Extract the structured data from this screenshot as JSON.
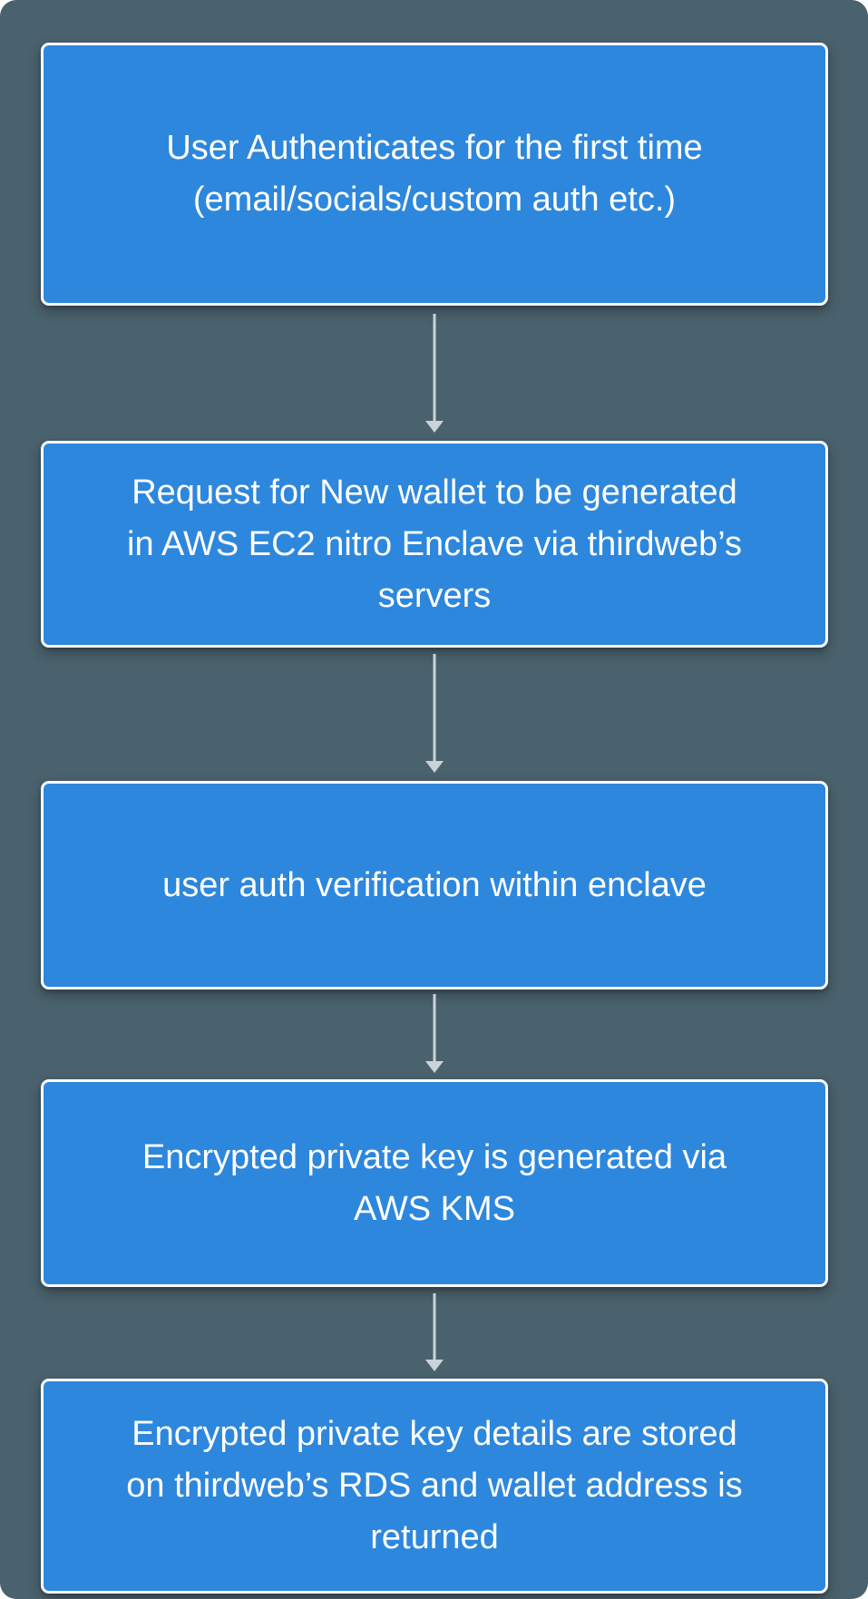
{
  "colors": {
    "background": "#4a626d",
    "node_fill": "#2d87dd",
    "node_border": "#ffffff",
    "node_text": "#ffffff",
    "arrow": "#c9d3d9"
  },
  "flowchart": {
    "type": "vertical-flow",
    "nodes": [
      {
        "label": "User Authenticates for the first time\n(email/socials/custom auth etc.)"
      },
      {
        "label": "Request for New wallet to be generated\nin AWS EC2 nitro Enclave via thirdweb’s\nservers"
      },
      {
        "label": "user auth verification within enclave"
      },
      {
        "label": "Encrypted private key is generated via\nAWS KMS"
      },
      {
        "label": "Encrypted private key details are stored\non thirdweb’s RDS and wallet address is\nreturned"
      }
    ]
  }
}
